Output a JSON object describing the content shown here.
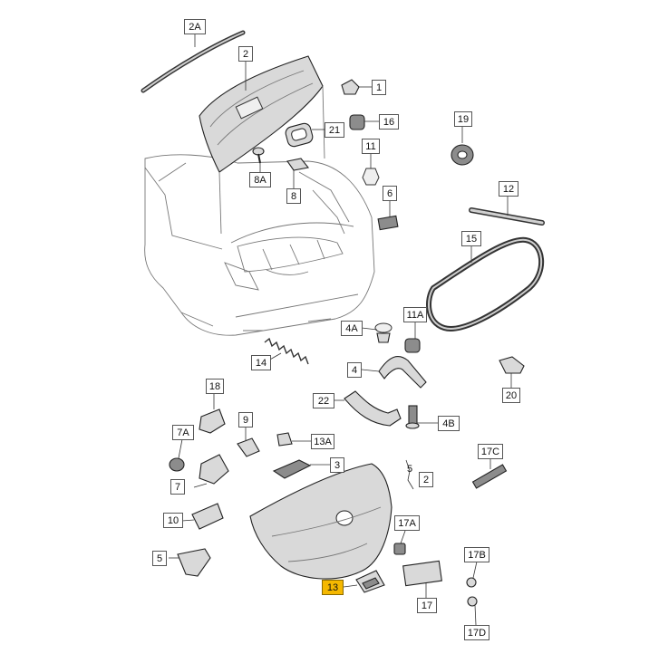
{
  "diagram": {
    "highlight_color": "#f5b800",
    "callouts": [
      {
        "id": "2A",
        "text": "2A"
      },
      {
        "id": "2",
        "text": "2"
      },
      {
        "id": "1",
        "text": "1"
      },
      {
        "id": "16",
        "text": "16"
      },
      {
        "id": "21",
        "text": "21"
      },
      {
        "id": "19",
        "text": "19"
      },
      {
        "id": "11",
        "text": "11"
      },
      {
        "id": "8A",
        "text": "8A"
      },
      {
        "id": "8",
        "text": "8"
      },
      {
        "id": "6",
        "text": "6"
      },
      {
        "id": "12",
        "text": "12"
      },
      {
        "id": "15",
        "text": "15"
      },
      {
        "id": "11A",
        "text": "11A"
      },
      {
        "id": "4A",
        "text": "4A"
      },
      {
        "id": "14",
        "text": "14"
      },
      {
        "id": "4",
        "text": "4"
      },
      {
        "id": "20",
        "text": "20"
      },
      {
        "id": "18",
        "text": "18"
      },
      {
        "id": "22",
        "text": "22"
      },
      {
        "id": "4B",
        "text": "4B"
      },
      {
        "id": "9",
        "text": "9"
      },
      {
        "id": "7A",
        "text": "7A"
      },
      {
        "id": "13A",
        "text": "13A"
      },
      {
        "id": "17C",
        "text": "17C"
      },
      {
        "id": "3",
        "text": "3"
      },
      {
        "id": "5a",
        "text": "5"
      },
      {
        "id": "2b",
        "text": "2"
      },
      {
        "id": "7",
        "text": "7"
      },
      {
        "id": "10",
        "text": "10"
      },
      {
        "id": "17A",
        "text": "17A"
      },
      {
        "id": "5b",
        "text": "5"
      },
      {
        "id": "17B",
        "text": "17B"
      },
      {
        "id": "13",
        "text": "13",
        "highlighted": true
      },
      {
        "id": "17",
        "text": "17"
      },
      {
        "id": "17D",
        "text": "17D"
      }
    ]
  }
}
